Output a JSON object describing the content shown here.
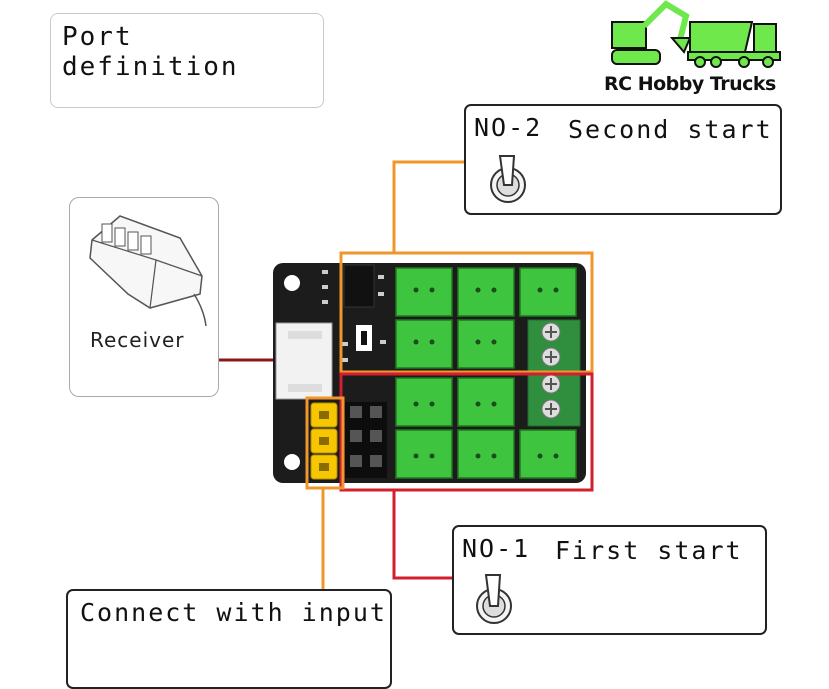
{
  "port_definition": "Port definition",
  "brand": {
    "name": "RC Hobby Trucks",
    "color": "#6ee84a"
  },
  "no2": {
    "label": "NO-2",
    "text": "Second start",
    "icon": "toggle-switch-icon"
  },
  "no1": {
    "label": "NO-1",
    "text": "First start",
    "icon": "toggle-switch-icon"
  },
  "input": {
    "text": "Connect with input"
  },
  "receiver": {
    "label": "Receiver"
  },
  "colors": {
    "orange": "#f0962c",
    "red": "#d11f2e",
    "dark_red": "#8a1a1a",
    "board": "#1c1c1c",
    "terminal": "#3ec43e",
    "pins": "#f6c700"
  }
}
